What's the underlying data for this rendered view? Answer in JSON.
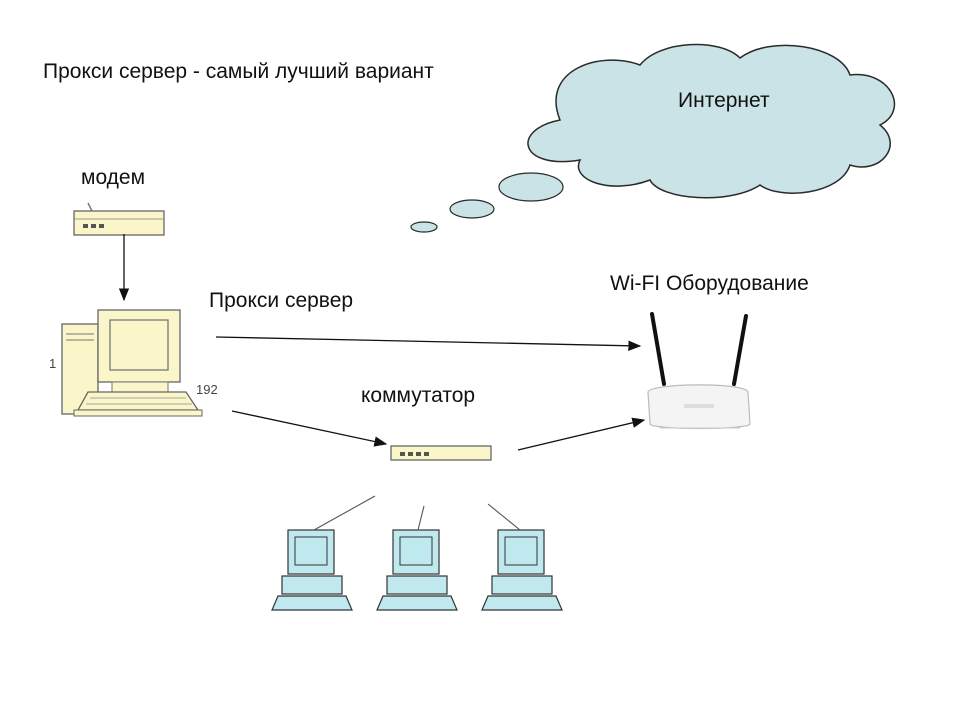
{
  "diagram": {
    "title": "Прокси сервер - самый лучший вариант",
    "nodes": {
      "internet": "Интернет",
      "modem": "модем",
      "proxy": "Прокси сервер",
      "switch": "коммутатор",
      "wifi": "Wi-FI Оборудование"
    },
    "ip_left": "1",
    "ip_right": "192",
    "connections": [
      {
        "from": "modem",
        "to": "proxy"
      },
      {
        "from": "proxy",
        "to": "wifi"
      },
      {
        "from": "proxy",
        "to": "switch"
      },
      {
        "from": "switch",
        "to": "wifi"
      },
      {
        "from": "switch",
        "to": "workstation"
      }
    ],
    "colors": {
      "cloud": "#c9e3e6",
      "cloud_stroke": "#2a2a2a",
      "beige_device": "#fbf6c9",
      "workstation": "#bfe9ee",
      "router": "#f4f4f4"
    }
  }
}
